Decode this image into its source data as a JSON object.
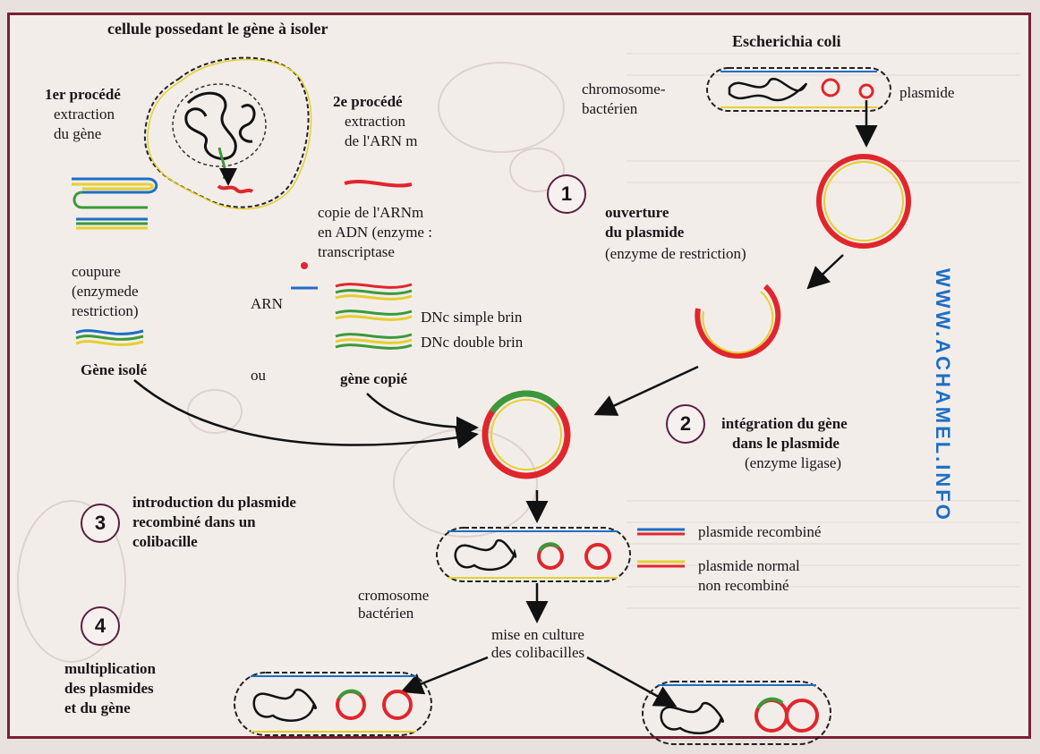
{
  "header": {
    "cell_title": "cellule possedant le gène à isoler",
    "ecoli_title": "Escherichia coli"
  },
  "method1": {
    "title": "1er procédé",
    "line1": "extraction",
    "line2": "du gène",
    "cut_line1": "coupure",
    "cut_line2": "(enzymede",
    "cut_line3": "restriction)",
    "result": "Gène isolé"
  },
  "method2": {
    "title": "2e procédé",
    "line1": "extraction",
    "line2": "de l'ARN m",
    "copy_line1": "copie de l'ARNm",
    "copy_line2": "en ADN (enzyme :",
    "copy_line3": "transcriptase",
    "arn": "ARN",
    "dnc_single": "DNc simple brin",
    "dnc_double": "DNc double brin",
    "result": "gène copié"
  },
  "or_label": "ou",
  "bacteria": {
    "chromosome_line1": "chromosome-",
    "chromosome_line2": "bactérien",
    "plasmid": "plasmide"
  },
  "steps": [
    {
      "number": "1",
      "line1": "ouverture",
      "line2": "du plasmide",
      "line3": "(enzyme de restriction)"
    },
    {
      "number": "2",
      "line1": "intégration du gène",
      "line2": "dans le plasmide",
      "line3": "(enzyme ligase)"
    },
    {
      "number": "3",
      "line1": "introduction du plasmide",
      "line2": "recombiné dans un",
      "line3": "colibacille"
    },
    {
      "number": "4",
      "line1": "multiplication",
      "line2": "des plasmides",
      "line3": "et du gène"
    }
  ],
  "legend": {
    "recombined": "plasmide recombiné",
    "normal_line1": "plasmide normal",
    "normal_line2": "non recombiné"
  },
  "cromosome": {
    "line1": "cromosome",
    "line2": "bactérien"
  },
  "culture": {
    "line1": "mise en culture",
    "line2": "des colibacilles"
  },
  "watermark": "WWW.ACHAMEL.INFO",
  "colors": {
    "frame": "#7a1f35",
    "plasmid_red": "#e0262c",
    "gene_green": "#3a9a3a",
    "dna_yellow": "#e5cf2e",
    "watermark_blue": "#1d6fc4"
  }
}
